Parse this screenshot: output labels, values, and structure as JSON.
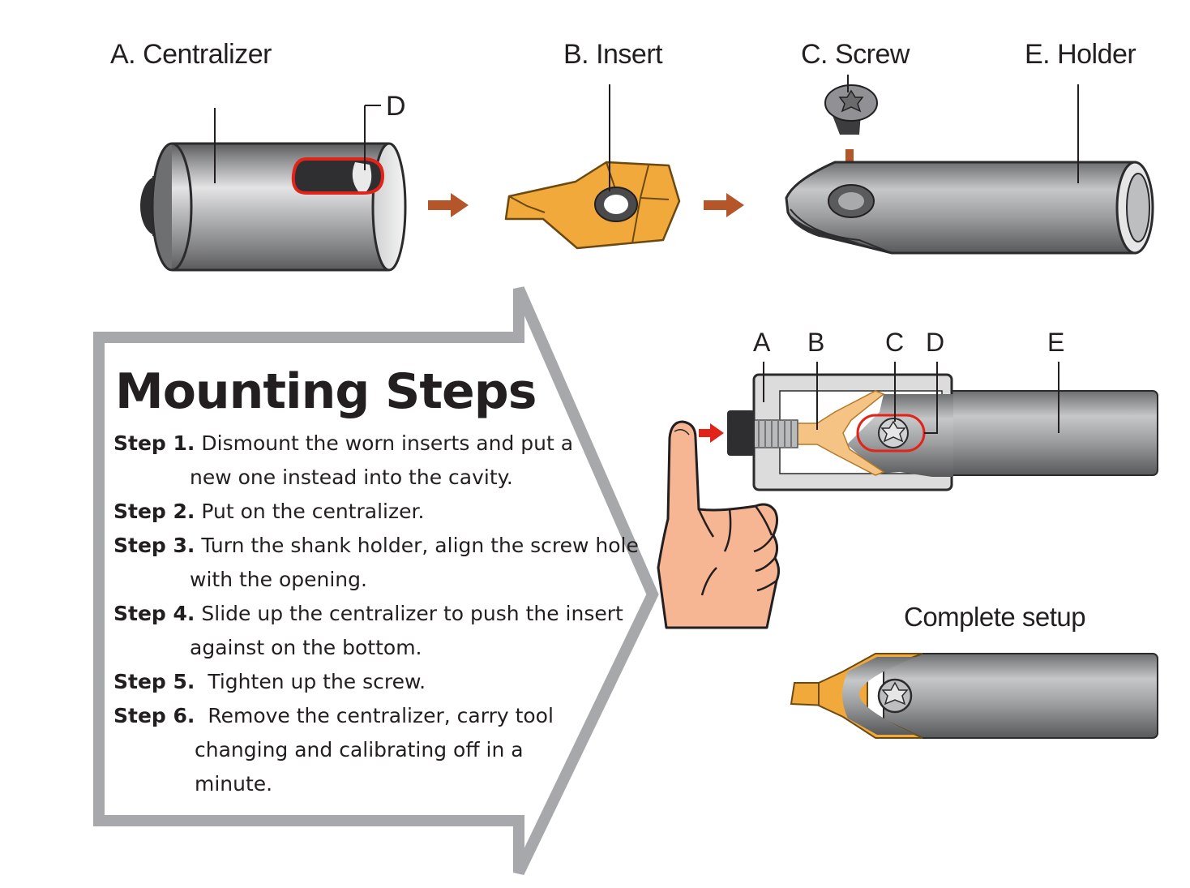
{
  "parts": {
    "centralizer": "A. Centralizer",
    "insert": "B. Insert",
    "screw": "C. Screw",
    "holder": "E. Holder",
    "slot": "D"
  },
  "assembly_callouts": [
    "A",
    "B",
    "C",
    "D",
    "E"
  ],
  "complete_setup": "Complete setup",
  "mounting": {
    "title": "Mounting Steps",
    "steps": [
      {
        "num": "Step 1.",
        "lines": [
          "Dismount the worn inserts and put a",
          "new one instead into the cavity."
        ]
      },
      {
        "num": "Step 2.",
        "lines": [
          "Put on the centralizer."
        ]
      },
      {
        "num": "Step 3.",
        "lines": [
          "Turn the shank holder,  align the screw hole",
          "with the opening."
        ]
      },
      {
        "num": "Step 4.",
        "lines": [
          "Slide up the centralizer to push the insert",
          "against on the bottom."
        ]
      },
      {
        "num": "Step 5.",
        "lines": [
          " Tighten up the screw."
        ]
      },
      {
        "num": "Step 6.",
        "lines": [
          " Remove the centralizer, carry tool",
          "changing and calibrating off in a",
          "minute."
        ]
      }
    ]
  },
  "colors": {
    "steel_dark": "#4a4a4c",
    "steel_light": "#e2e2e3",
    "insert_orange": "#f2a93b",
    "flow_arrow": "#b5562a",
    "highlight_red": "#e2231a",
    "frame_gray": "#a7a8ab",
    "skin": "#f6b693"
  }
}
